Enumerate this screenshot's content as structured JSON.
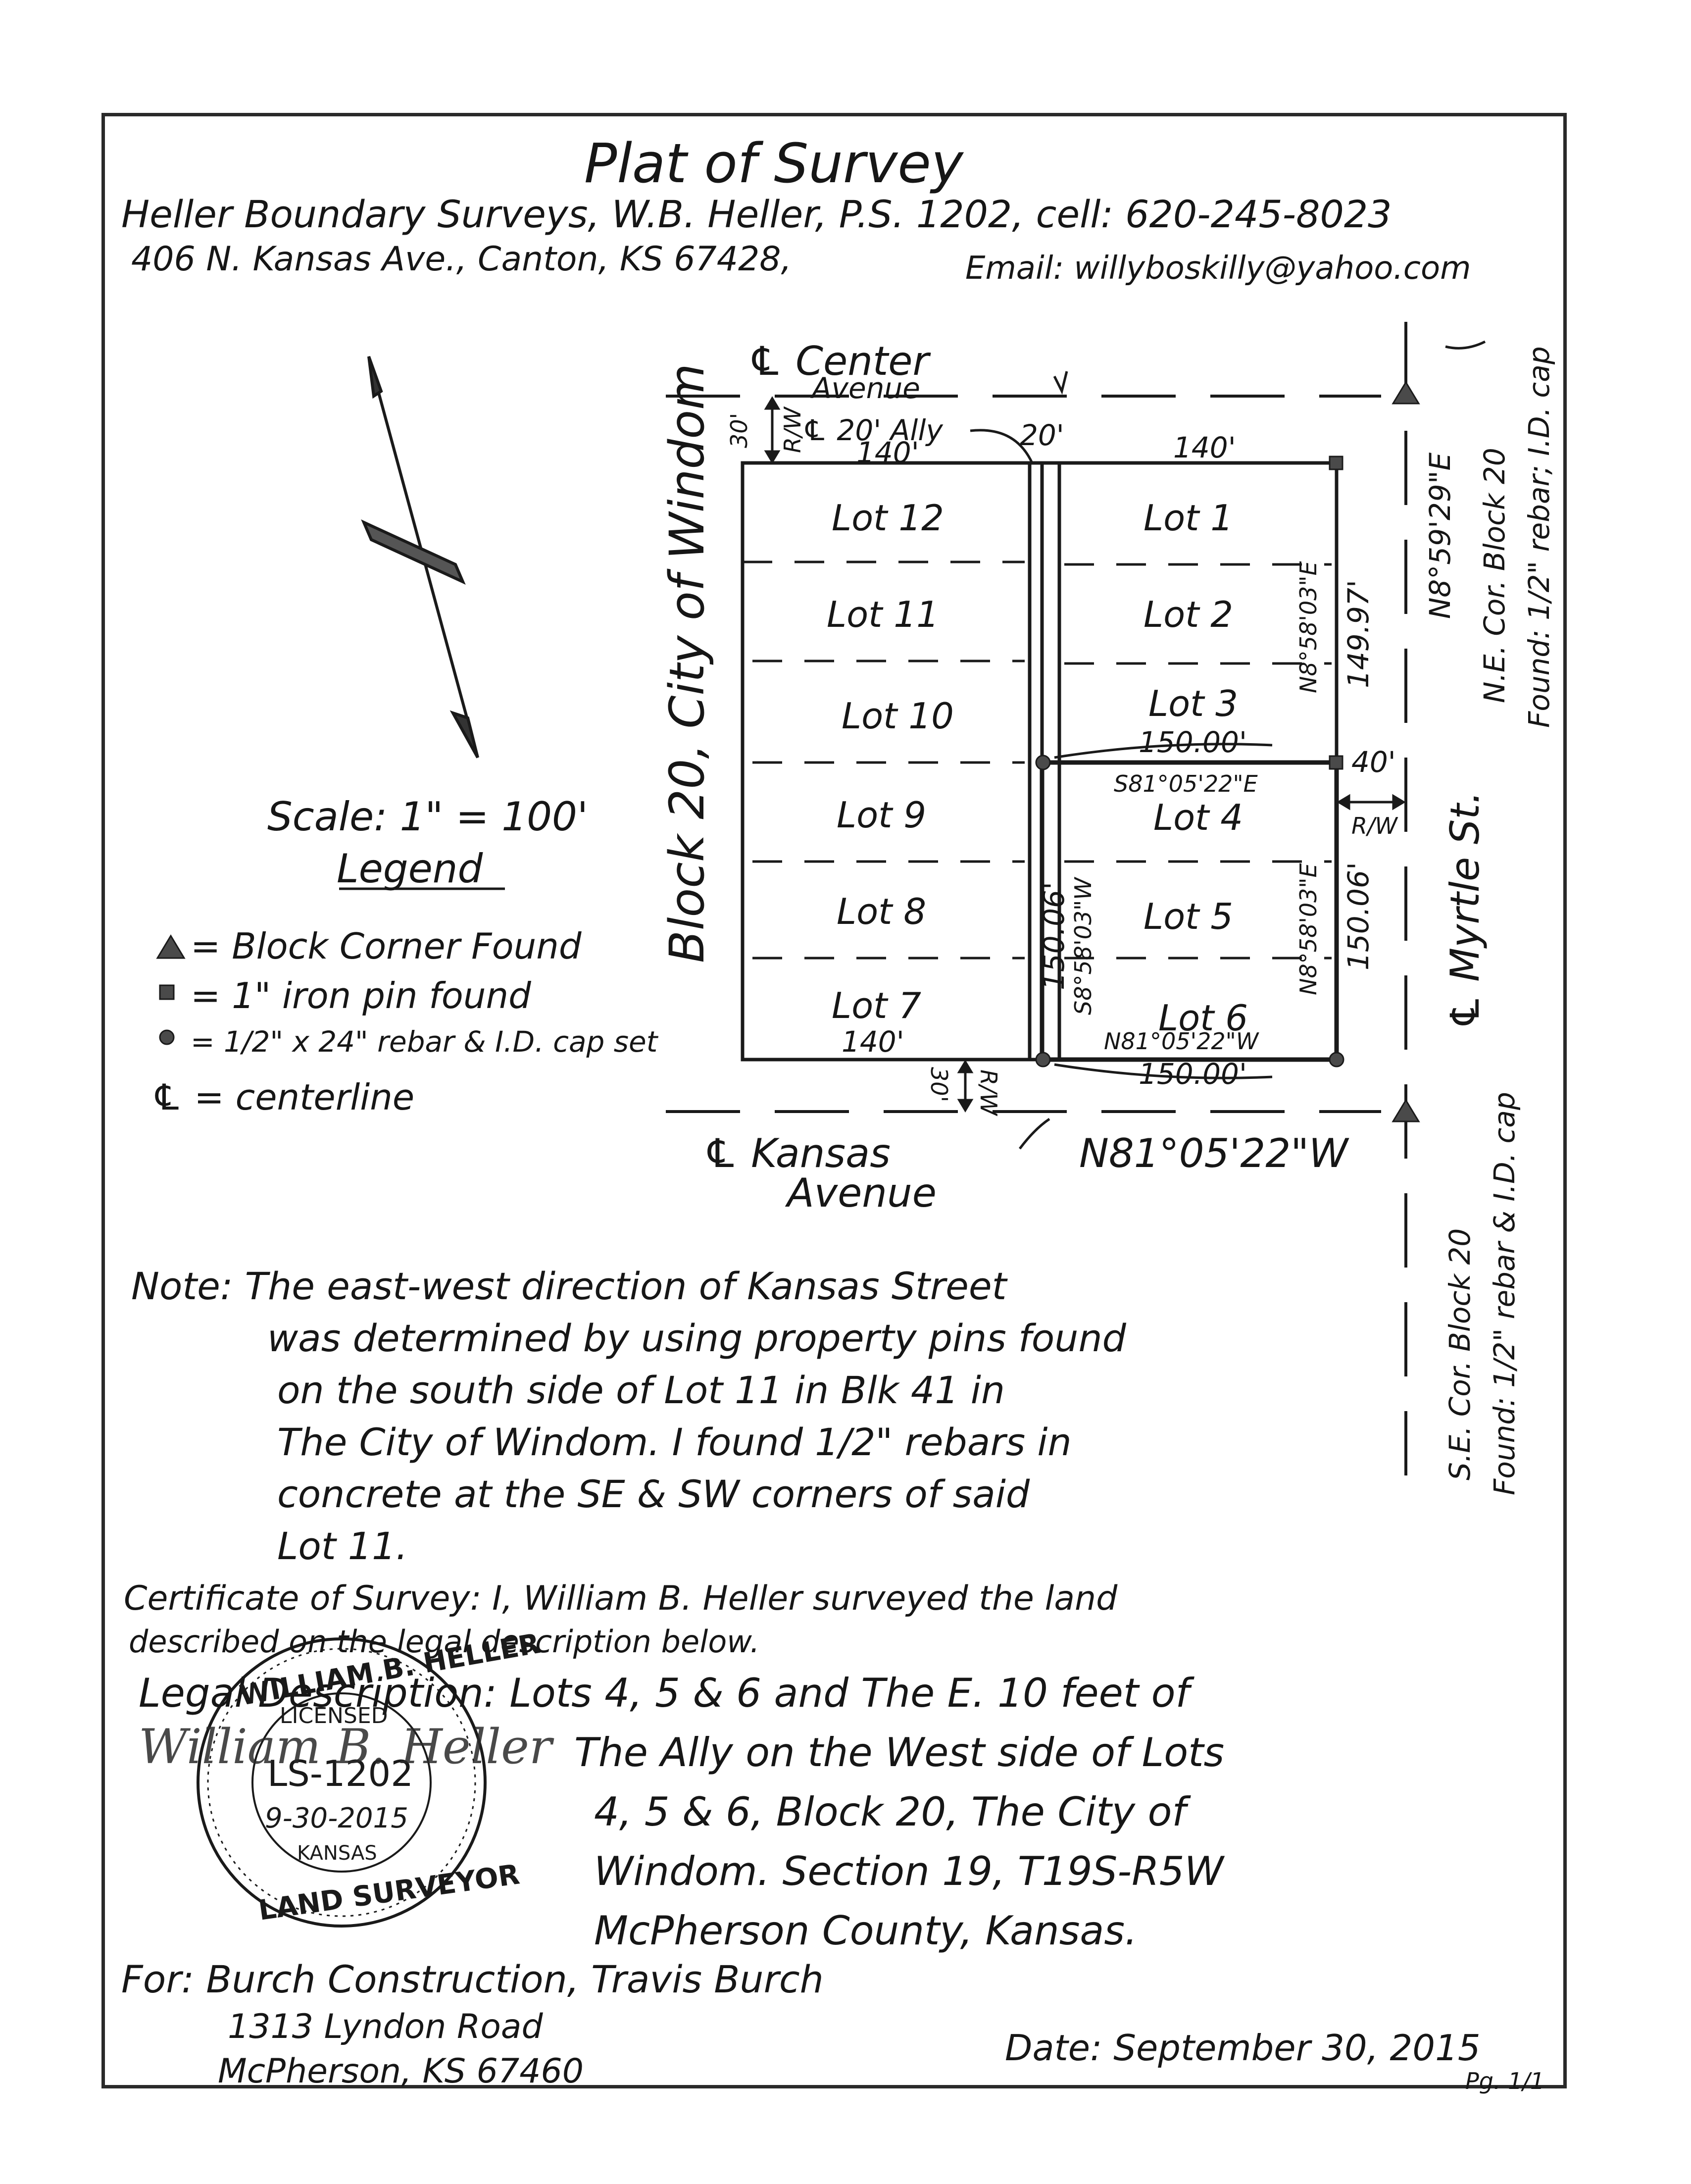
{
  "header": {
    "title": "Plat of Survey",
    "firm_line": "Heller Boundary Surveys, W.B. Heller, P.S. 1202, cell: 620-245-8023",
    "address_line": "406 N. Kansas Ave., Canton, KS 67428,",
    "email_line": "Email: willyboskilly@yahoo.com"
  },
  "streets": {
    "center_ave_line1": "℄ Center",
    "center_ave_line2": "Avenue",
    "kansas_ave_line1": "℄ Kansas",
    "kansas_ave_line2": "Avenue",
    "myrtle_st": "℄ Myrtle St.",
    "block_label": "Block 20, City of Windom",
    "alley_label": "℄ 20' Ally"
  },
  "dimensions": {
    "row_30_top": "30'",
    "rw_top": "R/W",
    "top_left_140": "140'",
    "top_alley_20": "20'",
    "top_right_140": "140'",
    "bottom_left_140": "140'",
    "row_30_bottom": "30'",
    "rw_bottom": "R/W",
    "tract_top_150": "150.00'",
    "tract_top_bearing": "S81°05'22\"E",
    "tract_bottom_150": "150.00'",
    "tract_bottom_bearing": "N81°05'22\"W",
    "kansas_bearing": "N81°05'22\"W",
    "east_line_bearing_top": "N8°58'03\"E",
    "east_line_dist_top": "149.97'",
    "east_line_bearing_tract": "N8°58'03\"E",
    "east_line_dist_tract": "150.06'",
    "west_line_dist_tract": "150.06'",
    "west_line_bearing_tract": "S8°58'03\"W",
    "row_40": "40'",
    "rw_east": "R/W",
    "ne_bearing": "N8°59'29\"E"
  },
  "lots": [
    "Lot 12",
    "Lot 11",
    "Lot 10",
    "Lot 9",
    "Lot 8",
    "Lot 7",
    "Lot 1",
    "Lot 2",
    "Lot 3",
    "Lot 4",
    "Lot 5",
    "Lot 6"
  ],
  "corners": {
    "ne_line1": "N.E. Cor. Block 20",
    "ne_line2": "Found: 1/2\" rebar; I.D. cap",
    "se_line1": "S.E. Cor. Block 20",
    "se_line2": "Found: 1/2\" rebar & I.D. cap"
  },
  "legend": {
    "scale": "Scale: 1\" = 100'",
    "title": "Legend",
    "items": [
      {
        "symbol": "triangle",
        "text": "= Block Corner Found"
      },
      {
        "symbol": "square",
        "text": "= 1\" iron pin found"
      },
      {
        "symbol": "circle",
        "text": "= 1/2\" x 24\" rebar & I.D. cap set"
      },
      {
        "symbol": "centerline",
        "text": "℄ = centerline"
      }
    ]
  },
  "note": {
    "lines": [
      "Note: The east-west direction of Kansas Street",
      "was determined by using property pins found",
      "on the south side of Lot 11 in Blk 41 in",
      "The City of Windom. I found 1/2\" rebars in",
      "concrete at the SE & SW corners of said",
      "Lot 11."
    ]
  },
  "certificate": {
    "lines": [
      "Certificate of Survey: I, William B. Heller surveyed the land",
      "described on the legal description below."
    ]
  },
  "legal": {
    "lines": [
      "Legal Description: Lots 4, 5 & 6 and The E. 10 feet of",
      "The Ally on the West side of Lots",
      "4, 5 & 6, Block 20, The City of",
      "Windom. Section 19, T19S-R5W",
      "McPherson County, Kansas."
    ]
  },
  "seal": {
    "top_arc": "WILLIAM B. HELLER",
    "licensed": "LICENSED",
    "number": "LS-1202",
    "date": "9-30-2015",
    "state": "KANSAS",
    "bottom_arc": "LAND SURVEYOR",
    "signature": "William B. Heller"
  },
  "client": {
    "lines": [
      "For: Burch Construction, Travis Burch",
      "1313 Lyndon Road",
      "McPherson, KS 67460"
    ]
  },
  "footer": {
    "date": "Date: September 30, 2015",
    "page": "Pg. 1/1"
  }
}
